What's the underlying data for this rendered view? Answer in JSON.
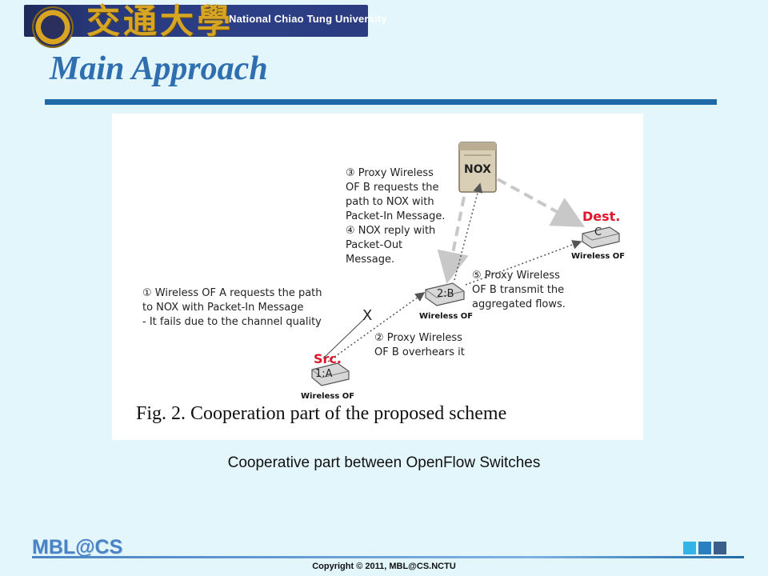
{
  "header": {
    "logo_chinese": "交通大學",
    "logo_english": "National Chiao Tung University"
  },
  "slide": {
    "title": "Main Approach",
    "caption": "Cooperative part between OpenFlow Switches"
  },
  "figure": {
    "nox_label": "NOX",
    "dest_label": "Dest.",
    "src_label": "Src.",
    "node_c": "C",
    "node_b": "2:B",
    "node_a": "1:A",
    "wireless_of": "Wireless OF",
    "x_mark": "X",
    "step3": [
      "③ Proxy Wireless",
      "OF B requests  the",
      "path to NOX with",
      "Packet-In Message."
    ],
    "step4": [
      "④ NOX reply with",
      "Packet-Out",
      "Message."
    ],
    "step1": [
      "① Wireless OF A requests the path",
      "to NOX with Packet-In Message",
      " - It fails due to the channel quality"
    ],
    "step2": [
      "② Proxy Wireless",
      "OF B overhears it"
    ],
    "step5": [
      "⑤ Proxy Wireless",
      "OF B transmit the",
      "aggregated flows."
    ],
    "fig_caption": "Fig. 2. Cooperation part of the proposed scheme"
  },
  "footer": {
    "brand": "MBL@CS",
    "copyright": "Copyright © 2011, MBL@CS.NCTU"
  },
  "colors": {
    "accent_blue": "#2f6fb0",
    "red_label": "#e2162b"
  }
}
